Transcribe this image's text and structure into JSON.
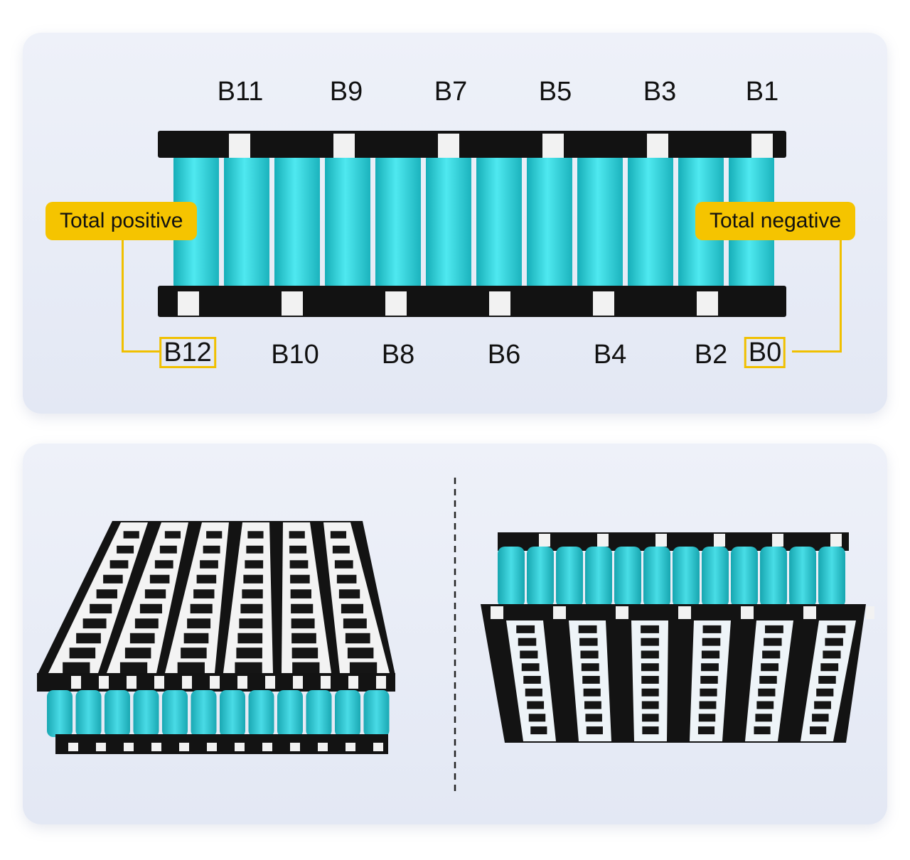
{
  "top_diagram": {
    "top_labels": [
      "B11",
      "B9",
      "B7",
      "B5",
      "B3",
      "B1"
    ],
    "bottom_labels": [
      "B12",
      "B10",
      "B8",
      "B6",
      "B4",
      "B2",
      "B0"
    ],
    "total_positive": "Total positive",
    "total_negative": "Total negative"
  },
  "colors": {
    "cell": "#3fdfe8",
    "holder": "#121212",
    "strip": "#f4f4f4",
    "accent": "#f5c400",
    "panel": "#e6eaf5"
  },
  "layout_info": {
    "cells_per_row": 12,
    "views": [
      "front-view",
      "top-perspective-view",
      "side-perspective-view"
    ]
  }
}
